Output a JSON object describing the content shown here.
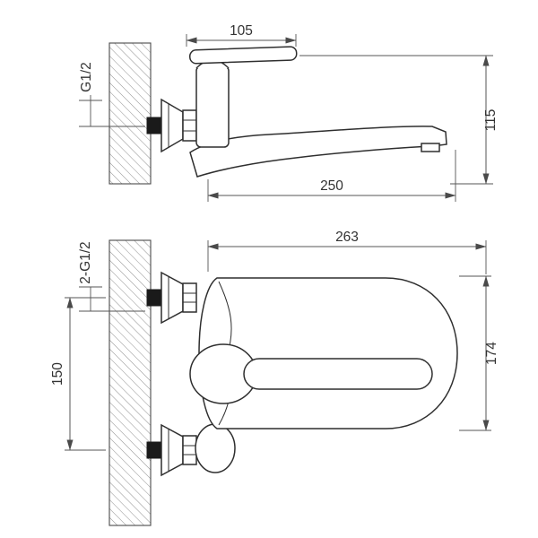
{
  "drawing": {
    "background": "#ffffff",
    "line_color": "#2f2f2f",
    "dimension_color": "#555555",
    "hatch_color": "#909090",
    "views": {
      "side": {
        "dim_handle_width": "105",
        "dim_inlet_thread": "G1/2",
        "dim_height": "115",
        "dim_spout_reach": "250"
      },
      "front": {
        "dim_overall_width": "263",
        "dim_inlet_thread": "2-G1/2",
        "dim_inlet_spacing": "150",
        "dim_body_height": "174"
      }
    }
  }
}
